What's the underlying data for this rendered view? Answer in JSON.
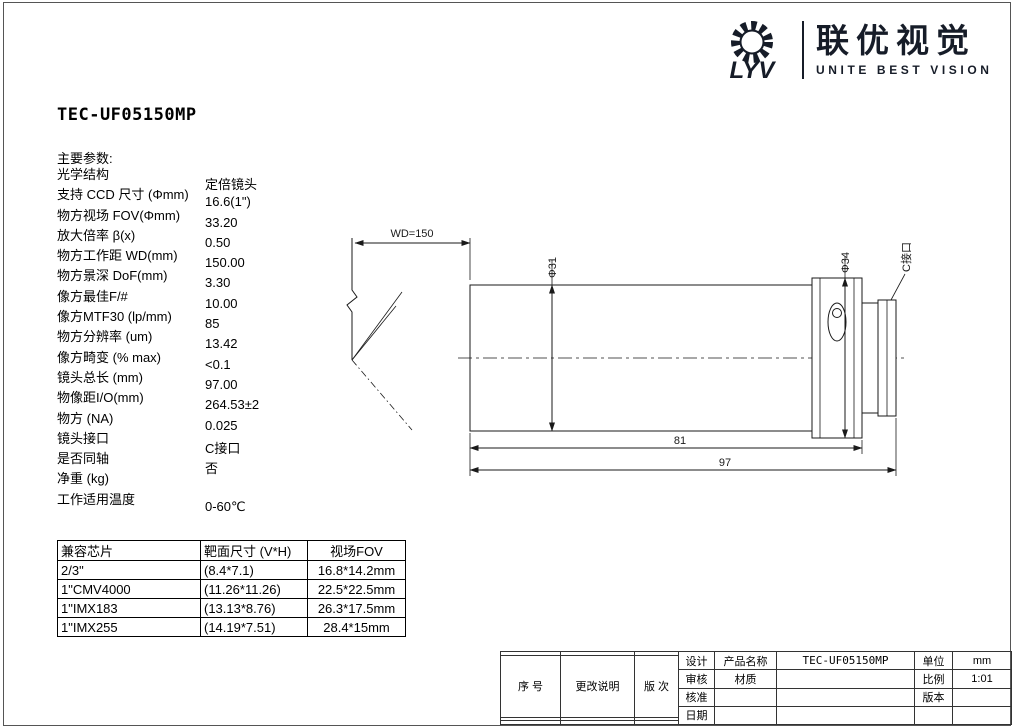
{
  "colors": {
    "brand": "#161c28",
    "line": "#1a1a1a",
    "text": "#000000"
  },
  "logo": {
    "mark_text": "LYV",
    "cn_name": "联优视觉",
    "en_name": "UNITE BEST VISION"
  },
  "product_title": "TEC-UF05150MP",
  "params": {
    "section_title": "主要参数:",
    "rows": [
      {
        "label": "光学结构",
        "value": "定倍镜头"
      },
      {
        "label": "支持 CCD 尺寸 (Φmm)",
        "value": "16.6(1\")"
      },
      {
        "label": "物方视场 FOV(Φmm)",
        "value": "33.20"
      },
      {
        "label": "放大倍率 β(x)",
        "value": "0.50"
      },
      {
        "label": "物方工作距 WD(mm)",
        "value": "150.00"
      },
      {
        "label": "物方景深 DoF(mm)",
        "value": "3.30"
      },
      {
        "label": "像方最佳F/#",
        "value": "10.00"
      },
      {
        "label": "像方MTF30 (lp/mm)",
        "value": "85"
      },
      {
        "label": "物方分辨率 (um)",
        "value": "13.42"
      },
      {
        "label": "像方畸变 (% max)",
        "value": "<0.1"
      },
      {
        "label": "镜头总长 (mm)",
        "value": "97.00"
      },
      {
        "label": "物像距I/O(mm)",
        "value": "264.53±2"
      },
      {
        "label": "物方 (NA)",
        "value": "0.025"
      },
      {
        "label": "镜头接口",
        "value": "C接口"
      },
      {
        "label": "是否同轴",
        "value": "否"
      },
      {
        "label": "净重 (kg)",
        "value": ""
      },
      {
        "label": "工作适用温度",
        "value": "0-60℃"
      }
    ]
  },
  "drawing": {
    "wd_label": "WD=150",
    "body_dia_label": "Φ31",
    "flange_dia_label": "Φ34",
    "mount_label": "C接口",
    "body_len_label": "81",
    "total_len_label": "97"
  },
  "chip_table": {
    "headers": [
      "兼容芯片",
      "靶面尺寸 (V*H)",
      "视场FOV"
    ],
    "rows": [
      [
        "2/3\"",
        "(8.4*7.1)",
        "16.8*14.2mm"
      ],
      [
        "1\"CMV4000",
        "(11.26*11.26)",
        "22.5*22.5mm"
      ],
      [
        "1\"IMX183",
        "(13.13*8.76)",
        "26.3*17.5mm"
      ],
      [
        "1\"IMX255",
        "(14.19*7.51)",
        "28.4*15mm"
      ]
    ]
  },
  "title_block": {
    "revision_headers": [
      "序 号",
      "更改说明",
      "版 次"
    ],
    "design_label": "设计",
    "review_label": "审核",
    "approve_label": "核准",
    "date_label": "日期",
    "product_name_label": "产品名称",
    "material_label": "材质",
    "product_name": "TEC-UF05150MP",
    "unit_label": "单位",
    "unit_value": "mm",
    "scale_label": "比例",
    "scale_value": "1:01",
    "version_label": "版本"
  }
}
